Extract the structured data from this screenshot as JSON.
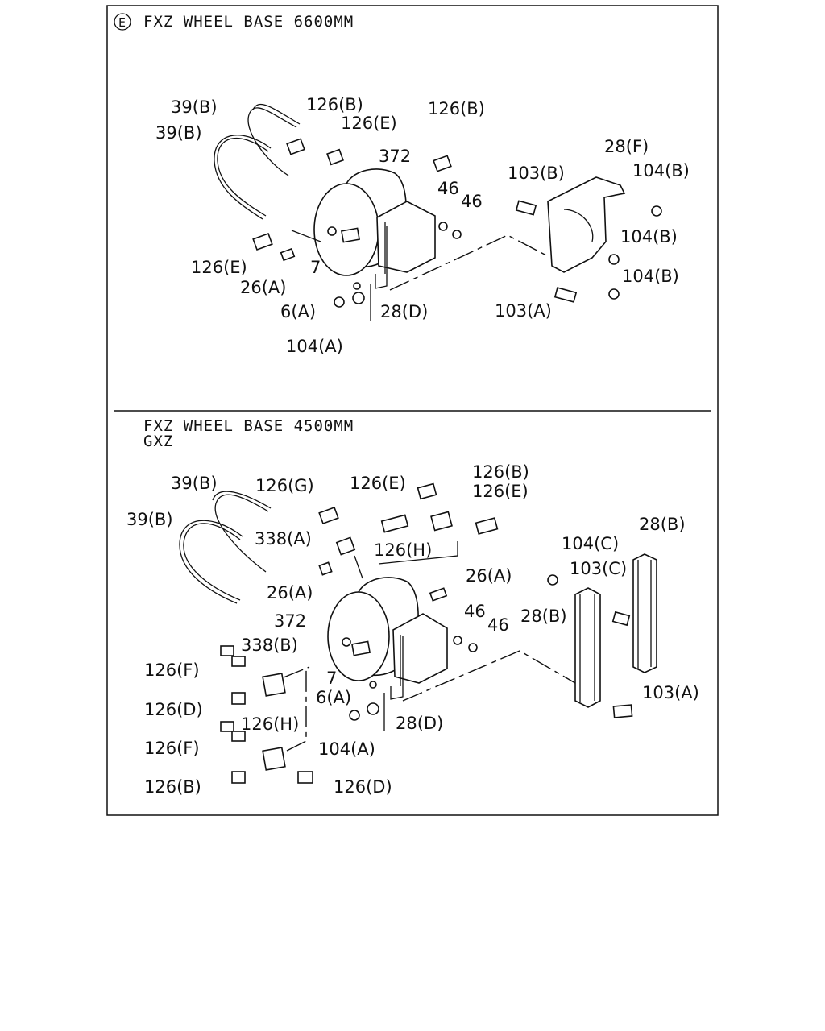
{
  "sections": [
    {
      "marker": "E",
      "header_lines": [
        "FXZ WHEEL BASE 6600MM"
      ],
      "labels": [
        "39(B)",
        "39(B)",
        "126(B)",
        "126(E)",
        "126(B)",
        "372",
        "28(F)",
        "103(B)",
        "104(B)",
        "46",
        "46",
        "126(E)",
        "7",
        "26(A)",
        "104(B)",
        "104(B)",
        "6(A)",
        "28(D)",
        "103(A)",
        "104(A)"
      ]
    },
    {
      "header_lines": [
        "FXZ WHEEL BASE 4500MM",
        "GXZ"
      ],
      "labels": [
        "39(B)",
        "126(G)",
        "126(E)",
        "126(B)",
        "126(E)",
        "39(B)",
        "338(A)",
        "126(H)",
        "104(C)",
        "28(B)",
        "103(C)",
        "26(A)",
        "26(A)",
        "372",
        "46",
        "46",
        "28(B)",
        "338(B)",
        "126(F)",
        "7",
        "6(A)",
        "126(D)",
        "103(A)",
        "28(D)",
        "126(H)",
        "126(F)",
        "104(A)",
        "126(B)",
        "126(D)"
      ]
    }
  ]
}
